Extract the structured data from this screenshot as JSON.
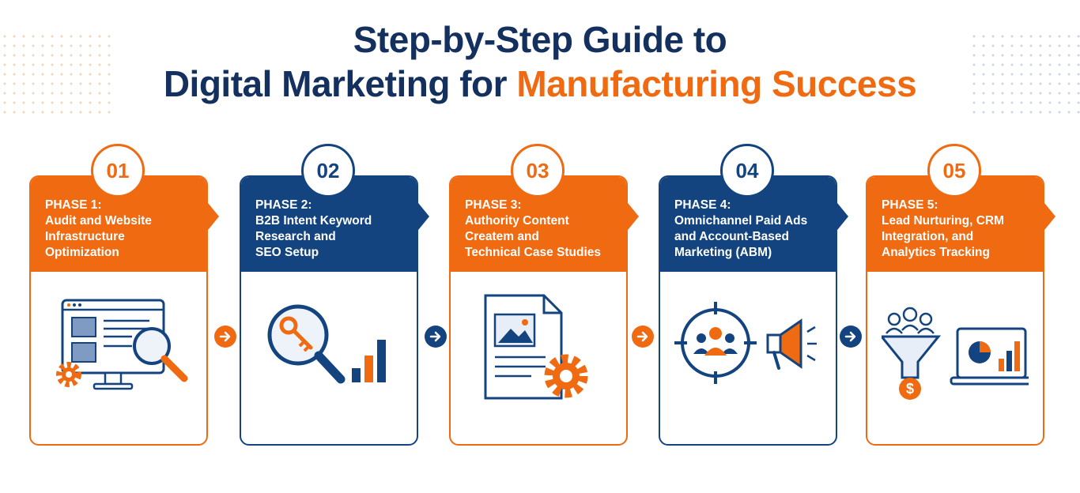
{
  "title": {
    "line1": "Step-by-Step Guide to",
    "line2_main": "Digital Marketing for",
    "line2_accent": "Manufacturing Success"
  },
  "colors": {
    "orange": "#ef6a10",
    "navy": "#13447f",
    "title": "#13305f"
  },
  "phases": [
    {
      "number": "01",
      "lines": [
        "PHASE 1:",
        "Audit and Website",
        "Infrastructure",
        "Optimization"
      ],
      "color": "orange",
      "icon": "website-audit-icon"
    },
    {
      "number": "02",
      "lines": [
        "PHASE 2:",
        "B2B Intent Keyword",
        "Research and",
        "SEO Setup"
      ],
      "color": "navy",
      "icon": "keyword-research-icon"
    },
    {
      "number": "03",
      "lines": [
        "PHASE 3:",
        "Authority Content",
        "Createm and",
        "Technical Case Studies"
      ],
      "color": "orange",
      "icon": "content-document-icon"
    },
    {
      "number": "04",
      "lines": [
        "PHASE 4:",
        "Omnichannel Paid Ads",
        "and Account-Based",
        "Marketing (ABM)"
      ],
      "color": "navy",
      "icon": "target-audience-megaphone-icon"
    },
    {
      "number": "05",
      "lines": [
        "PHASE 5:",
        "Lead Nurturing, CRM",
        "Integration, and",
        "Analytics Tracking"
      ],
      "color": "orange",
      "icon": "funnel-analytics-icon"
    }
  ],
  "connectors": [
    {
      "icon": "arrow-right-icon",
      "color": "orange"
    },
    {
      "icon": "arrow-right-icon",
      "color": "navy"
    },
    {
      "icon": "arrow-right-icon",
      "color": "orange"
    },
    {
      "icon": "arrow-right-icon",
      "color": "navy"
    }
  ]
}
